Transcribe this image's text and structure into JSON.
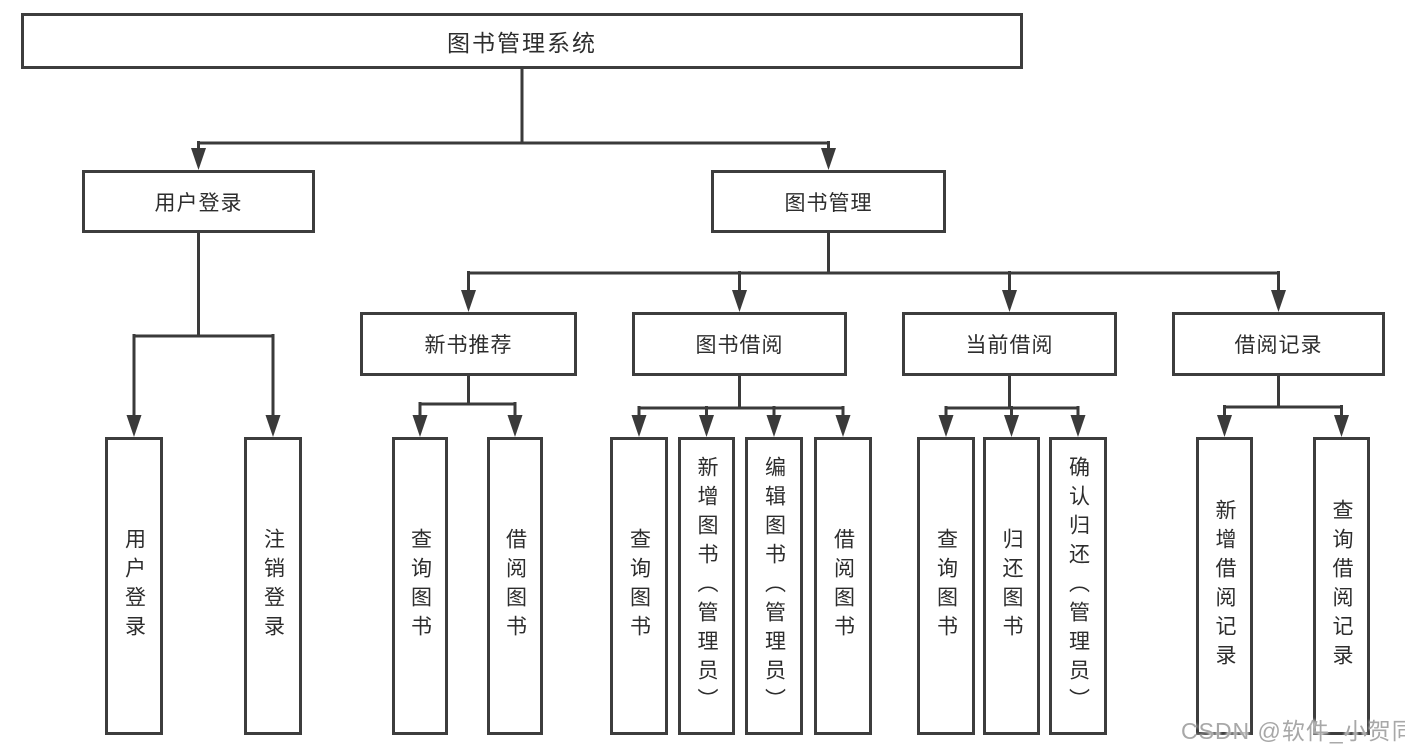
{
  "diagram_title": "图书管理系统",
  "nodes": {
    "root": {
      "label": "图书管理系统"
    },
    "level2": [
      {
        "label": "用户登录"
      },
      {
        "label": "图书管理"
      }
    ],
    "level3": [
      {
        "label": "新书推荐"
      },
      {
        "label": "图书借阅"
      },
      {
        "label": "当前借阅"
      },
      {
        "label": "借阅记录"
      }
    ],
    "leaves": [
      {
        "label": "用户登录"
      },
      {
        "label": "注销登录"
      },
      {
        "label": "查询图书"
      },
      {
        "label": "借阅图书"
      },
      {
        "label": "查询图书"
      },
      {
        "label": "新增图书（管理员）"
      },
      {
        "label": "编辑图书（管理员）"
      },
      {
        "label": "借阅图书"
      },
      {
        "label": "查询图书"
      },
      {
        "label": "归还图书"
      },
      {
        "label": "确认归还（管理员）"
      },
      {
        "label": "新增借阅记录"
      },
      {
        "label": "查询借阅记录"
      }
    ]
  },
  "edges": [
    {
      "from": "图书管理系统",
      "to": [
        "用户登录",
        "图书管理"
      ]
    },
    {
      "from": "用户登录",
      "to": [
        "用户登录",
        "注销登录"
      ]
    },
    {
      "from": "图书管理",
      "to": [
        "新书推荐",
        "图书借阅",
        "当前借阅",
        "借阅记录"
      ]
    },
    {
      "from": "新书推荐",
      "to": [
        "查询图书",
        "借阅图书"
      ]
    },
    {
      "from": "图书借阅",
      "to": [
        "查询图书",
        "新增图书（管理员）",
        "编辑图书（管理员）",
        "借阅图书"
      ]
    },
    {
      "from": "当前借阅",
      "to": [
        "查询图书",
        "归还图书",
        "确认归还（管理员）"
      ]
    },
    {
      "from": "借阅记录",
      "to": [
        "新增借阅记录",
        "查询借阅记录"
      ]
    }
  ],
  "watermark": {
    "text": "CSDN @软件_小贺同学"
  },
  "colors": {
    "background": "#ffffff",
    "box_border": "#3d3d3d",
    "connector_line": "#3a3a3a",
    "text": "#2d2d2d",
    "watermark": "#a8a8a8"
  }
}
